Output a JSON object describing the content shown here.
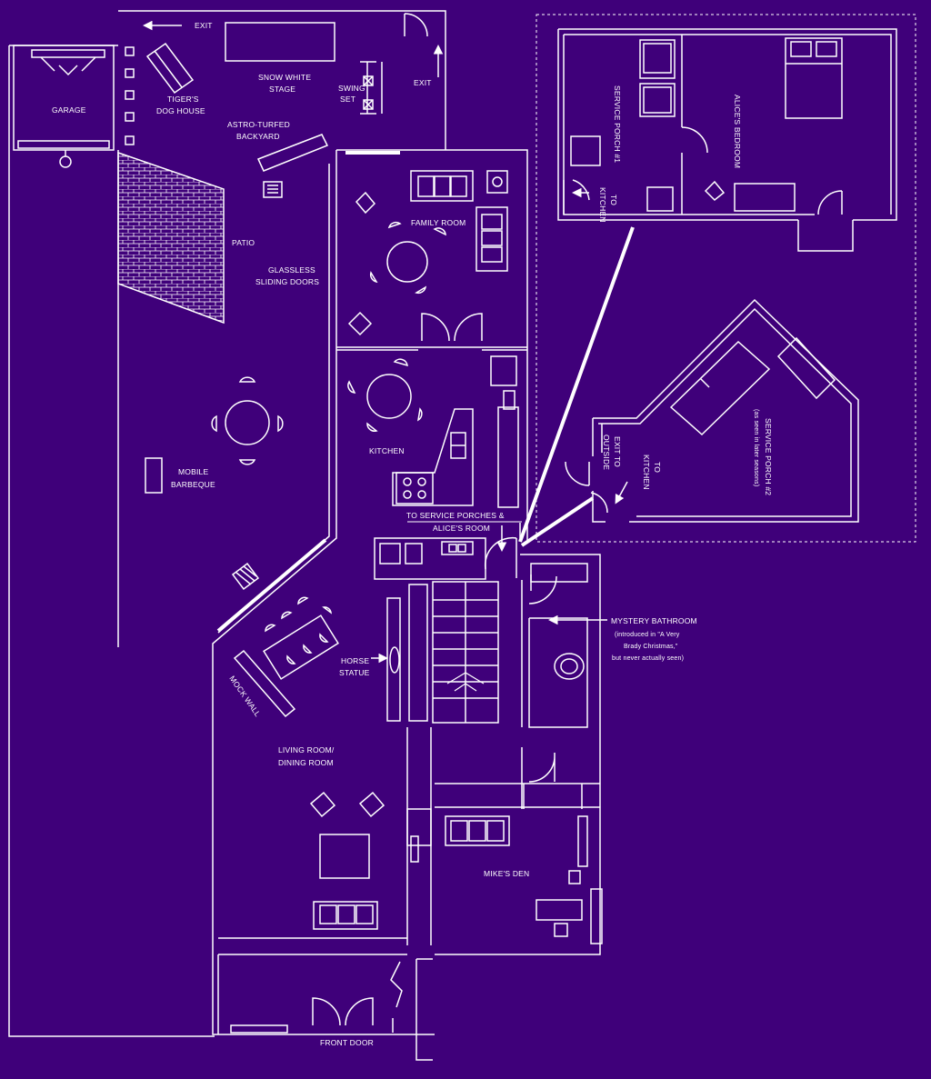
{
  "colors": {
    "background": "#3f007a",
    "line": "#ffffff"
  },
  "labels": {
    "exit_top": "EXIT",
    "exit_right": "EXIT",
    "garage": "GARAGE",
    "tigers_dog_house_1": "TIGER'S",
    "tigers_dog_house_2": "DOG HOUSE",
    "snow_white_stage_1": "SNOW WHITE",
    "snow_white_stage_2": "STAGE",
    "swing_set_1": "SWING",
    "swing_set_2": "SET",
    "astro_turfed_1": "ASTRO-TURFED",
    "astro_turfed_2": "BACKYARD",
    "patio": "PATIO",
    "glassless_1": "GLASSLESS",
    "glassless_2": "SLIDING DOORS",
    "family_room": "FAMILY ROOM",
    "kitchen": "KITCHEN",
    "mobile_barbeque_1": "MOBILE",
    "mobile_barbeque_2": "BARBEQUE",
    "to_service_porches_1": "TO SERVICE PORCHES &",
    "to_service_porches_2": "ALICE'S ROOM",
    "horse_statue_1": "HORSE",
    "horse_statue_2": "STATUE",
    "mock_wall": "MOCK WALL",
    "living_room": "LIVING ROOM/",
    "dining_room": "DINING ROOM",
    "mikes_den": "MIKE'S DEN",
    "front_door": "FRONT DOOR",
    "mystery_bathroom": "MYSTERY BATHROOM",
    "mystery_note_1": "(introduced in \"A Very",
    "mystery_note_2": "Brady Christmas,\"",
    "mystery_note_3": "but never actually seen)",
    "service_porch_1": "SERVICE PORCH #1",
    "alices_bedroom": "ALICE'S BEDROOM",
    "to_kitchen_1a": "TO",
    "to_kitchen_1b": "KITCHEN",
    "service_porch_2": "SERVICE PORCH #2",
    "service_porch_2_note": "(as seen in later seasons)",
    "exit_to_outside_1": "EXIT TO",
    "exit_to_outside_2": "OUTSIDE",
    "to_kitchen_2a": "TO",
    "to_kitchen_2b": "KITCHEN"
  }
}
